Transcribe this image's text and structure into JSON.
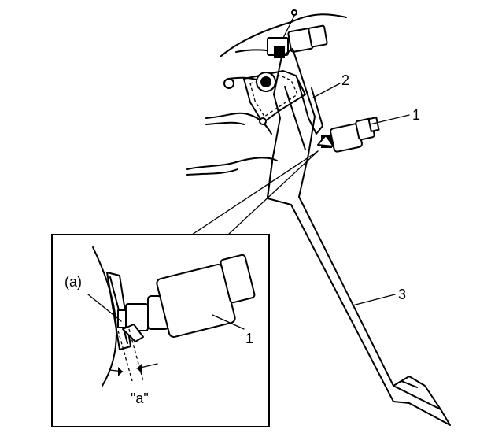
{
  "callouts": {
    "switch": "1",
    "bracket": "2",
    "pedal": "3",
    "detail_switch": "1",
    "detail_point": "(a)",
    "clearance": "\"a\""
  }
}
